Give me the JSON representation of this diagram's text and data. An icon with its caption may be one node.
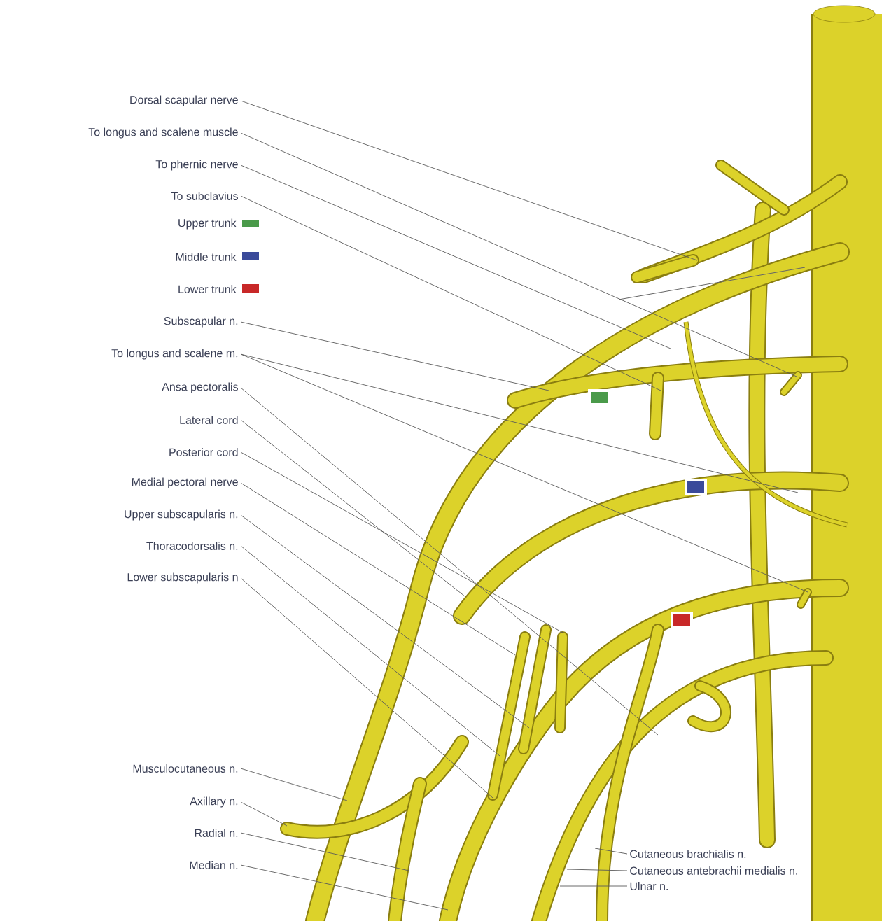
{
  "diagram": {
    "nodes": [
      {
        "text": [
          "Dorsal scapular nerve"
        ]
      },
      {
        "text": [
          "To longus and scalene muscle"
        ]
      },
      {
        "text": [
          "To phernic nerve"
        ]
      },
      {
        "text": [
          "To subclavius"
        ]
      },
      {
        "text": [
          "Subscapular n."
        ]
      },
      {
        "text": [
          "To longus and scalene m."
        ]
      },
      {
        "text": [
          "Ansa pectoralis"
        ]
      },
      {
        "text": [
          "Lateral cord"
        ]
      },
      {
        "text": [
          "Posterior cord"
        ]
      },
      {
        "text": [
          "Medial pectoral nerve"
        ]
      },
      {
        "text": [
          "Upper subscapularis n."
        ]
      },
      {
        "text": [
          "Thoracodorsalis n."
        ]
      },
      {
        "text": [
          "Lower subscapularis n"
        ]
      },
      {
        "text": [
          "Musculocutaneous n."
        ]
      },
      {
        "text": [
          "Axillary n."
        ]
      },
      {
        "text": [
          "Radial n."
        ]
      },
      {
        "text": [
          "Median n."
        ]
      },
      {
        "text": [
          "Cutaneous brachialis n."
        ]
      },
      {
        "text": [
          "Cutaneous antebrachii medialis n."
        ]
      },
      {
        "text": [
          "Ulnar n."
        ]
      }
    ],
    "edges": [
      {
        "from": 0,
        "to": null,
        "arrow": "none"
      },
      {
        "from": 1,
        "to": null,
        "arrow": "none"
      },
      {
        "from": 2,
        "to": null,
        "arrow": "none"
      },
      {
        "from": 3,
        "to": null,
        "arrow": "none"
      },
      {
        "from": 4,
        "to": null,
        "arrow": "none"
      },
      {
        "from": 5,
        "to": null,
        "arrow": "none"
      },
      {
        "from": 5,
        "to": null,
        "arrow": "none"
      },
      {
        "from": 6,
        "to": null,
        "arrow": "none"
      },
      {
        "from": 7,
        "to": null,
        "arrow": "none"
      },
      {
        "from": 8,
        "to": null,
        "arrow": "none"
      },
      {
        "from": 9,
        "to": null,
        "arrow": "none"
      },
      {
        "from": 10,
        "to": null,
        "arrow": "none"
      },
      {
        "from": 11,
        "to": null,
        "arrow": "none"
      },
      {
        "from": 12,
        "to": null,
        "arrow": "none"
      },
      {
        "from": 13,
        "to": null,
        "arrow": "none"
      },
      {
        "from": 14,
        "to": null,
        "arrow": "none"
      },
      {
        "from": 15,
        "to": null,
        "arrow": "none"
      },
      {
        "from": 16,
        "to": null,
        "arrow": "none"
      },
      {
        "from": 17,
        "to": null,
        "arrow": "none"
      },
      {
        "from": 18,
        "to": null,
        "arrow": "none"
      },
      {
        "from": 19,
        "to": null,
        "arrow": "none"
      }
    ],
    "legend": [
      {
        "text": "Upper trunk",
        "color": "#4a9a4a"
      },
      {
        "text": "Middle trunk",
        "color": "#3a4a9a"
      },
      {
        "text": "Lower trunk",
        "color": "#c82828"
      }
    ]
  }
}
